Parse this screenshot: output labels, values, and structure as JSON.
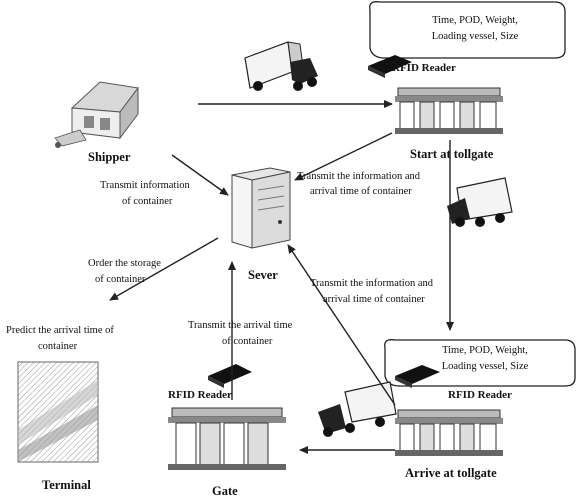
{
  "nodes": {
    "shipper": "Shipper",
    "sever": "Sever",
    "start_tollgate": "Start at tollgate",
    "arrive_tollgate": "Arrive at tollgate",
    "gate": "Gate",
    "terminal": "Terminal"
  },
  "rfid": {
    "top": "RFID Reader",
    "right": "RFID Reader",
    "left": "RFID Reader"
  },
  "bubbles": {
    "top": {
      "line1": "Time, POD, Weight,",
      "line2": "Loading vessel, Size"
    },
    "bottom": {
      "line1": "Time, POD, Weight,",
      "line2": "Loading vessel, Size"
    }
  },
  "edges": {
    "shipper_to_sever": {
      "line1": "Transmit information",
      "line2": "of container"
    },
    "tollgate_to_sever": {
      "line1": "Transmit the information and",
      "line2": "arrival time of container"
    },
    "arrive_to_sever": {
      "line1": "Transmit the information and",
      "line2": "arrival time of container"
    },
    "sever_to_terminal": {
      "line1": "Order the storage",
      "line2": "of container"
    },
    "gate_to_sever": {
      "line1": "Transmit the arrival time",
      "line2": "of container"
    },
    "terminal_predict": {
      "line1": "Predict the arrival time of",
      "line2": "container"
    }
  },
  "icons": [
    "warehouse-icon",
    "truck-icon",
    "tollgate-icon",
    "server-icon",
    "rfid-reader-icon",
    "terminal-photo-icon",
    "gate-icon"
  ]
}
